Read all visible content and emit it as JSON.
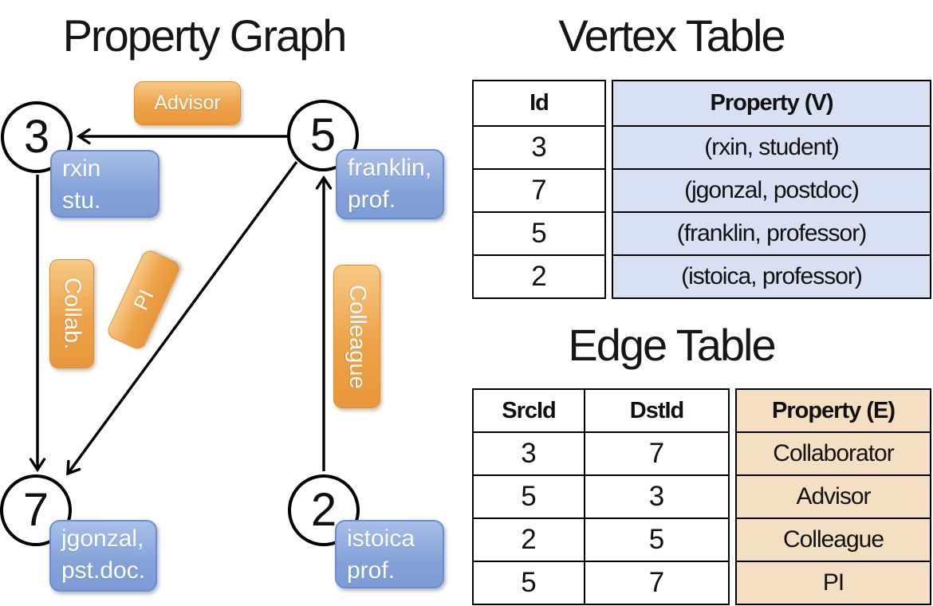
{
  "titles": {
    "property_graph": "Property Graph",
    "vertex_table": "Vertex Table",
    "edge_table": "Edge Table"
  },
  "graph": {
    "nodes": [
      {
        "id": "3",
        "lines": [
          "rxin",
          "stu."
        ]
      },
      {
        "id": "5",
        "lines": [
          "franklin,",
          "prof."
        ]
      },
      {
        "id": "7",
        "lines": [
          "jgonzal,",
          "pst.doc."
        ]
      },
      {
        "id": "2",
        "lines": [
          "istoica",
          "prof."
        ]
      }
    ],
    "edge_labels": {
      "advisor": "Advisor",
      "collab": "Collab.",
      "pi": "PI",
      "colleague": "Colleague"
    }
  },
  "vertex_table": {
    "columns": [
      "Id",
      "Property (V)"
    ],
    "rows": [
      [
        "3",
        "(rxin, student)"
      ],
      [
        "7",
        "(jgonzal, postdoc)"
      ],
      [
        "5",
        "(franklin, professor)"
      ],
      [
        "2",
        "(istoica, professor)"
      ]
    ]
  },
  "edge_table": {
    "columns": [
      "SrcId",
      "DstId",
      "Property (E)"
    ],
    "rows": [
      [
        "3",
        "7",
        "Collaborator"
      ],
      [
        "5",
        "3",
        "Advisor"
      ],
      [
        "2",
        "5",
        "Colleague"
      ],
      [
        "5",
        "7",
        "PI"
      ]
    ]
  },
  "colors": {
    "edge_pill_orange": "#e8973a",
    "vertex_pill_blue": "#7d9bd5",
    "vertex_table_fill": "#d8e1f3",
    "edge_table_fill": "#f5dfc3",
    "line_black": "#000000"
  }
}
